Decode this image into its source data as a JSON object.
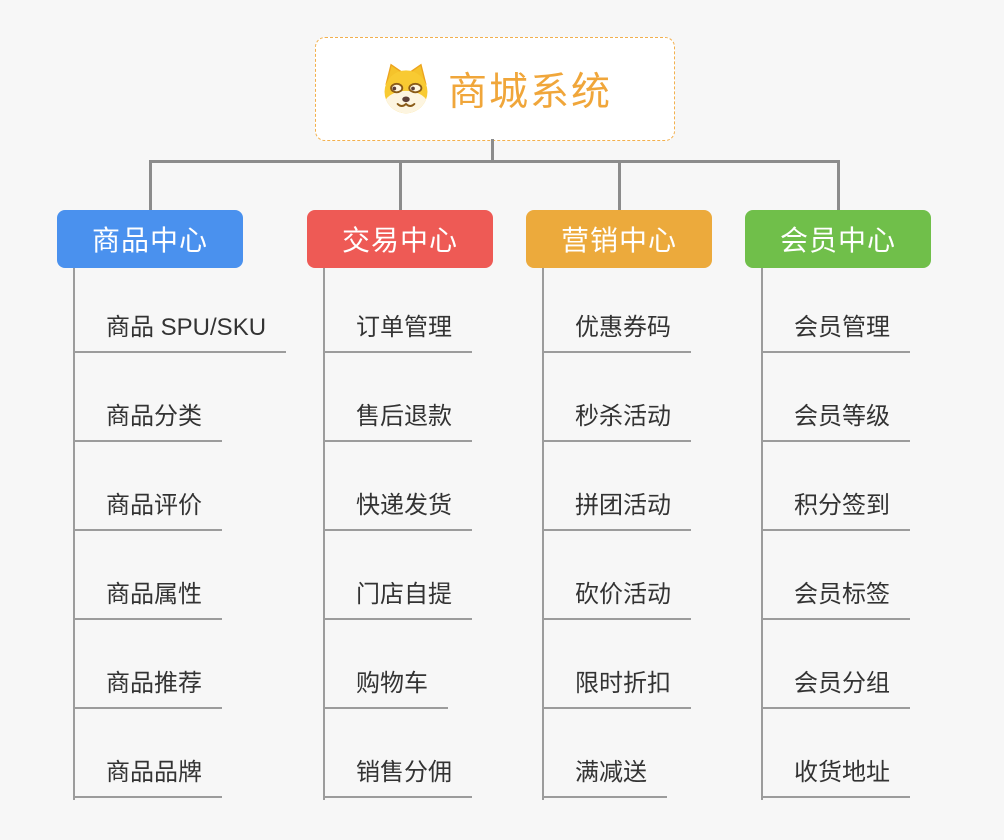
{
  "root": {
    "label": "商城系统",
    "icon": "doge-icon",
    "text_color": "#f0a63a",
    "border_color": "#f3b04d"
  },
  "colors": {
    "background": "#f7f7f7",
    "connector": "#8c8c8c",
    "leaf_line": "#9c9c9c",
    "leaf_text": "#333333"
  },
  "branches": [
    {
      "id": "product-center",
      "label": "商品中心",
      "color": "#4a91ee",
      "children": [
        "商品 SPU/SKU",
        "商品分类",
        "商品评价",
        "商品属性",
        "商品推荐",
        "商品品牌"
      ]
    },
    {
      "id": "trade-center",
      "label": "交易中心",
      "color": "#ee5a55",
      "children": [
        "订单管理",
        "售后退款",
        "快递发货",
        "门店自提",
        "购物车",
        "销售分佣"
      ]
    },
    {
      "id": "marketing-center",
      "label": "营销中心",
      "color": "#ecaa3c",
      "children": [
        "优惠券码",
        "秒杀活动",
        "拼团活动",
        "砍价活动",
        "限时折扣",
        "满减送"
      ]
    },
    {
      "id": "member-center",
      "label": "会员中心",
      "color": "#70bf4a",
      "children": [
        "会员管理",
        "会员等级",
        "积分签到",
        "会员标签",
        "会员分组",
        "收货地址"
      ]
    }
  ]
}
